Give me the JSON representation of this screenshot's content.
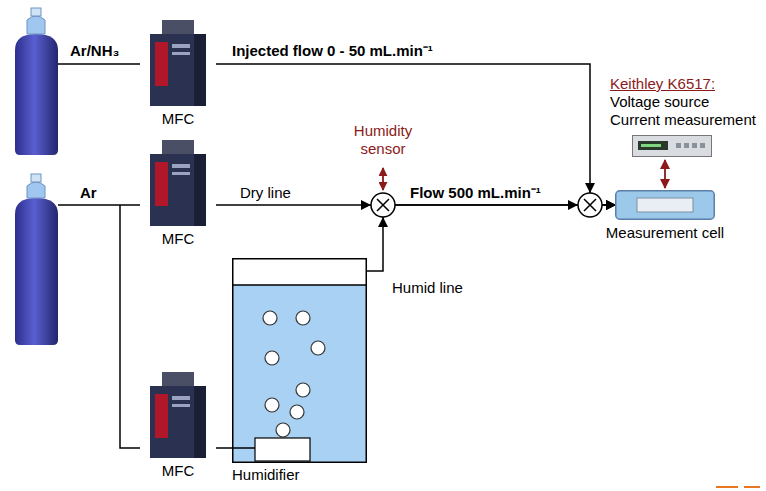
{
  "diagram": {
    "nodes": [
      {
        "text": [
          "MFC"
        ]
      },
      {
        "text": [
          "MFC"
        ]
      },
      {
        "text": [
          "MFC"
        ]
      },
      {
        "text": [
          "Humidifier"
        ]
      },
      {
        "text": [
          "Measurement cell"
        ]
      },
      {
        "text": [
          "Keithley K6517:",
          "Voltage source Current measurement"
        ]
      }
    ],
    "edges": [
      {
        "from": 0,
        "to": 4,
        "arrow": "to",
        "label": "Injected flow 0 - 50 mL.min⁻¹"
      },
      {
        "from": 1,
        "to": 4,
        "arrow": "to",
        "label": "Dry line"
      },
      {
        "from": 3,
        "to": 4,
        "arrow": "to",
        "label": "Humid line"
      },
      {
        "from": 2,
        "to": 3,
        "arrow": "none"
      },
      {
        "from": 5,
        "to": 4,
        "arrow": "both"
      }
    ],
    "labels": [
      "Ar/NH₃",
      "Ar",
      "Humidity sensor",
      "Flow 500 mL.min⁻¹"
    ]
  }
}
